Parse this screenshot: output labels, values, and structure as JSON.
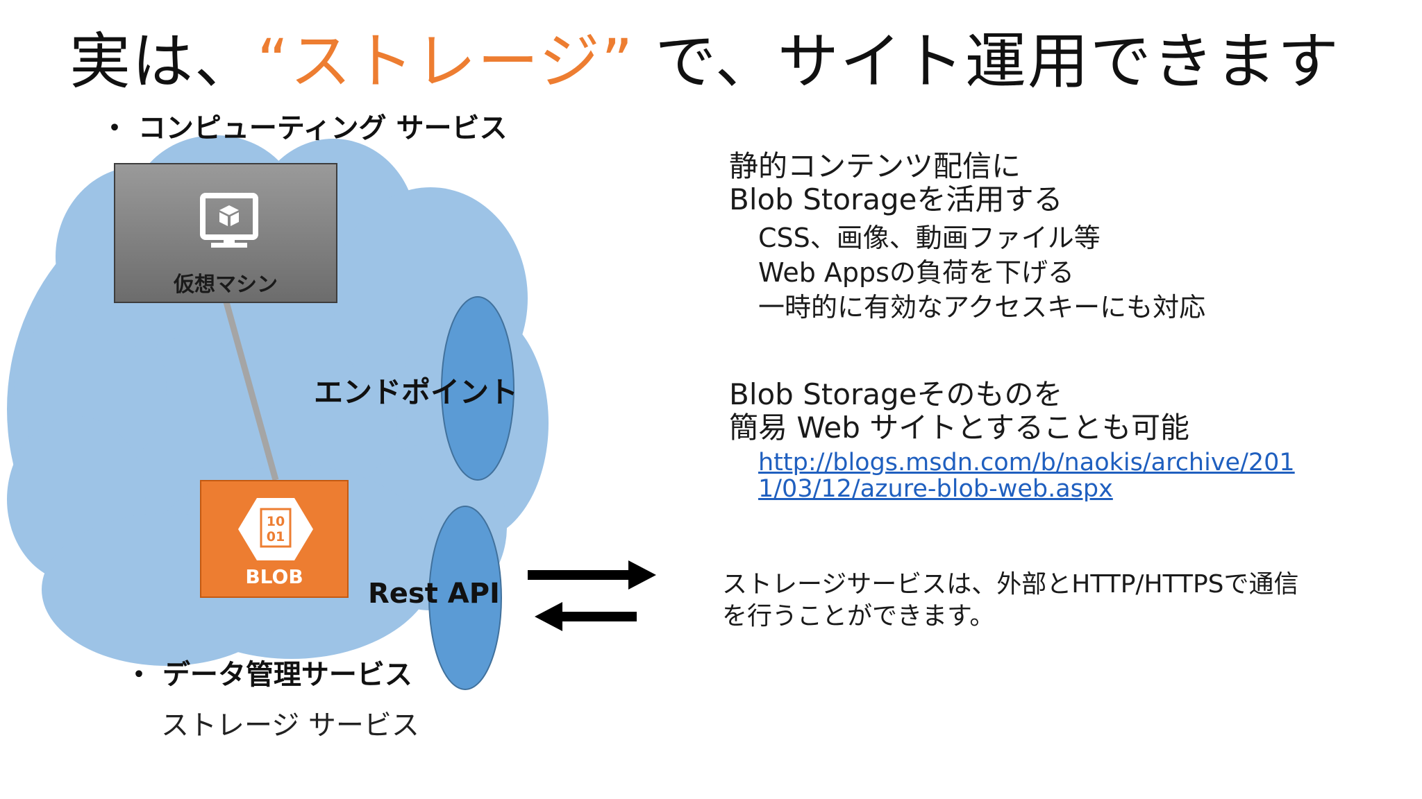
{
  "slide": {
    "title_prefix": "実は、",
    "title_accent": "“ストレージ”",
    "title_suffix": " で、サイト運用できます"
  },
  "diagram": {
    "compute_bullet": "・ コンピューティング サービス",
    "vm_label": "仮想マシン",
    "blob_icon_line1": "10",
    "blob_icon_line2": "01",
    "blob_label": "BLOB",
    "endpoint_label": "エンドポイント",
    "rest_api_label": "Rest API",
    "data_bullet": "・ データ管理サービス",
    "storage_item": "ストレージ サービス"
  },
  "right": {
    "block1": {
      "heading_line1": "静的コンテンツ配信に",
      "heading_line2": "Blob Storageを活用する",
      "items": [
        "CSS、画像、動画ファイル等",
        "Web Appsの負荷を下げる",
        "一時的に有効なアクセスキーにも対応"
      ]
    },
    "block2": {
      "heading_line1": "Blob Storageそのものを",
      "heading_line2": "簡易 Web サイトとすることも可能",
      "link_line1": "http://blogs.msdn.com/b/naokis/archive/201",
      "link_line2": "1/03/12/azure-blob-web.aspx"
    },
    "note_line1": "ストレージサービスは、外部とHTTP/HTTPSで通信",
    "note_line2": "を行うことができます。"
  },
  "colors": {
    "accent": "#ED7D31",
    "cloud": "#9DC3E6",
    "ellipse": "#5B9BD5",
    "vm_box": "#7F7F7F",
    "link": "#1F5FBF"
  },
  "icons": {
    "vm": "monitor-cube-icon",
    "blob": "blob-hexagon-icon",
    "arrows": "bidirectional-arrows-icon"
  }
}
